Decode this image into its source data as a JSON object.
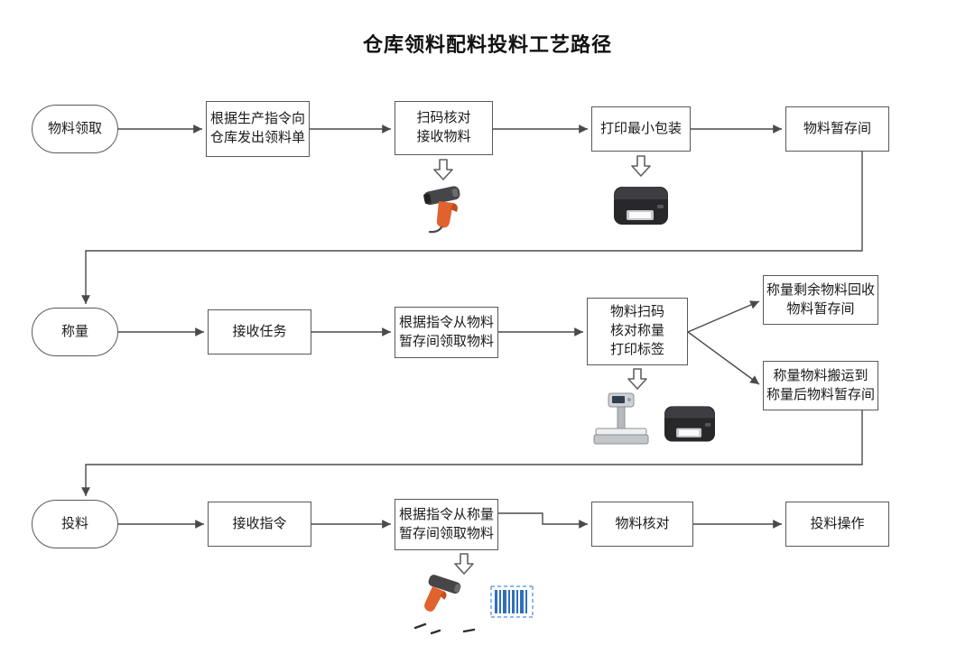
{
  "title": "仓库领料配料投料工艺路径",
  "nodes": {
    "r1_start": {
      "label": "物料领取"
    },
    "r1_b1": {
      "label": "根据生产指令向\n仓库发出领料单"
    },
    "r1_b2": {
      "label": "扫码核对\n接收物料"
    },
    "r1_b3": {
      "label": "打印最小包装"
    },
    "r1_b4": {
      "label": "物料暂存间"
    },
    "r2_start": {
      "label": "称量"
    },
    "r2_b1": {
      "label": "接收任务"
    },
    "r2_b2": {
      "label": "根据指令从物料\n暂存间领取物料"
    },
    "r2_b3": {
      "label": "物料扫码\n核对称量\n打印标签"
    },
    "r2_b4": {
      "label": "称量剩余物料回收\n物料暂存间"
    },
    "r2_b5": {
      "label": "称量物料搬运到\n称量后物料暂存间"
    },
    "r3_start": {
      "label": "投料"
    },
    "r3_b1": {
      "label": "接收指令"
    },
    "r3_b2": {
      "label": "根据指令从称量\n暂存间领取物料"
    },
    "r3_b3": {
      "label": "物料核对"
    },
    "r3_b4": {
      "label": "投料操作"
    }
  },
  "edges": [
    {
      "from": "r1_start",
      "to": "r1_b1"
    },
    {
      "from": "r1_b1",
      "to": "r1_b2"
    },
    {
      "from": "r1_b2",
      "to": "r1_b3"
    },
    {
      "from": "r1_b3",
      "to": "r1_b4"
    },
    {
      "from": "r1_b4",
      "to": "r2_start"
    },
    {
      "from": "r2_start",
      "to": "r2_b1"
    },
    {
      "from": "r2_b1",
      "to": "r2_b2"
    },
    {
      "from": "r2_b2",
      "to": "r2_b3"
    },
    {
      "from": "r2_b3",
      "to": "r2_b4"
    },
    {
      "from": "r2_b3",
      "to": "r2_b5"
    },
    {
      "from": "r2_b5",
      "to": "r3_start"
    },
    {
      "from": "r3_start",
      "to": "r3_b1"
    },
    {
      "from": "r3_b1",
      "to": "r3_b2"
    },
    {
      "from": "r3_b2",
      "to": "r3_b3"
    },
    {
      "from": "r3_b3",
      "to": "r3_b4"
    }
  ],
  "icons": [
    {
      "name": "down-block-arrow-icon",
      "glyph": "⇓"
    },
    {
      "name": "barcode-scanner-icon"
    },
    {
      "name": "label-printer-icon"
    },
    {
      "name": "bench-scale-icon"
    },
    {
      "name": "label-printer-icon"
    },
    {
      "name": "scanner-scanning-barcode-icon"
    }
  ],
  "colors": {
    "line": "#4a4a4a",
    "box_border": "#595959",
    "text": "#1a1a1a",
    "scanner_accent": "#e2622e",
    "barcode_blue": "#2f6fbd"
  }
}
